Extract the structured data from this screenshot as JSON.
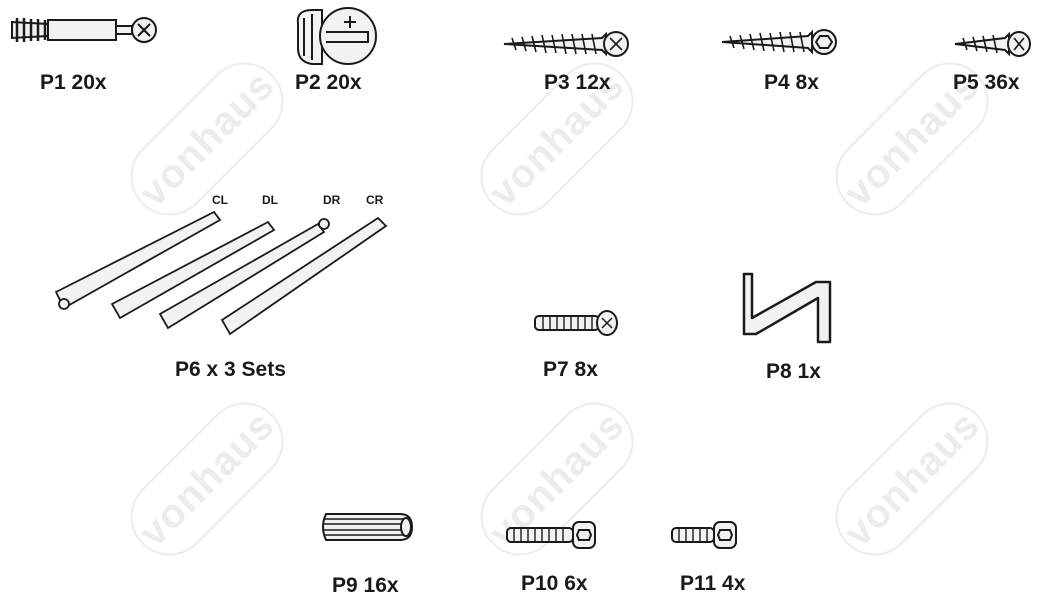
{
  "watermark": {
    "text": "vonhaus"
  },
  "parts": [
    {
      "id": "p1",
      "label": "P1 20x",
      "icon": "cam-bolt-icon"
    },
    {
      "id": "p2",
      "label": "P2 20x",
      "icon": "cam-lock-icon"
    },
    {
      "id": "p3",
      "label": "P3 12x",
      "icon": "phillips-screw-icon"
    },
    {
      "id": "p4",
      "label": "P4 8x",
      "icon": "hex-screw-icon"
    },
    {
      "id": "p5",
      "label": "P5 36x",
      "icon": "short-screw-icon"
    },
    {
      "id": "p6",
      "label": "P6 x 3 Sets",
      "icon": "drawer-runner-icon",
      "rails": [
        "CL",
        "DL",
        "DR",
        "CR"
      ]
    },
    {
      "id": "p7",
      "label": "P7 8x",
      "icon": "machine-screw-icon"
    },
    {
      "id": "p8",
      "label": "P8 1x",
      "icon": "allen-key-icon"
    },
    {
      "id": "p9",
      "label": "P9 16x",
      "icon": "wooden-dowel-icon"
    },
    {
      "id": "p10",
      "label": "P10 6x",
      "icon": "long-hex-bolt-icon"
    },
    {
      "id": "p11",
      "label": "P11 4x",
      "icon": "short-hex-bolt-icon"
    }
  ],
  "colors": {
    "ink": "#1a1a1a",
    "metal": "#f2f2f2",
    "watermark": "#ececec"
  }
}
